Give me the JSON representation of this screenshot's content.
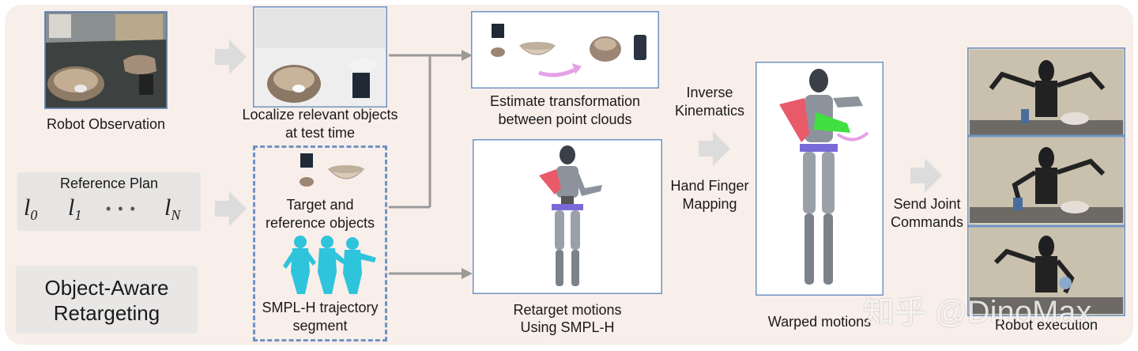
{
  "labels": {
    "robot_observation": "Robot Observation",
    "localize_line1": "Localize relevant objects",
    "localize_line2": "at test time",
    "estimate_line1": "Estimate transformation",
    "estimate_line2": "between point clouds",
    "reference_plan": "Reference Plan",
    "target_line1": "Target and",
    "target_line2": "reference objects",
    "smpl_line1": "SMPL-H trajectory",
    "smpl_line2": "segment",
    "retarget_line1": "Retarget motions",
    "retarget_line2": "Using SMPL-H",
    "ik_line1": "Inverse",
    "ik_line2": "Kinematics",
    "hand_line1": "Hand Finger",
    "hand_line2": "Mapping",
    "warped": "Warped motions",
    "send_line1": "Send Joint",
    "send_line2": "Commands",
    "robot_exec": "Robot execution",
    "oar_line1": "Object-Aware",
    "oar_line2": "Retargeting"
  },
  "plan_symbols": {
    "l0_base": "l",
    "l0_sub": "0",
    "l1_base": "l",
    "l1_sub": "1",
    "dots": "• • •",
    "ln_base": "l",
    "ln_sub": "N"
  },
  "watermark": "知乎 @DinoMax",
  "colors": {
    "background": "#f8eeea",
    "frame_blue": "#6f94c4",
    "arrow_gray": "#9a9a9a",
    "chevron_gray": "#dcdcdc",
    "arm_red": "#e85a6a",
    "arm_green": "#3fe03f",
    "curve_pink": "#e6a0e6",
    "smpl_cyan": "#2ec4dc"
  }
}
